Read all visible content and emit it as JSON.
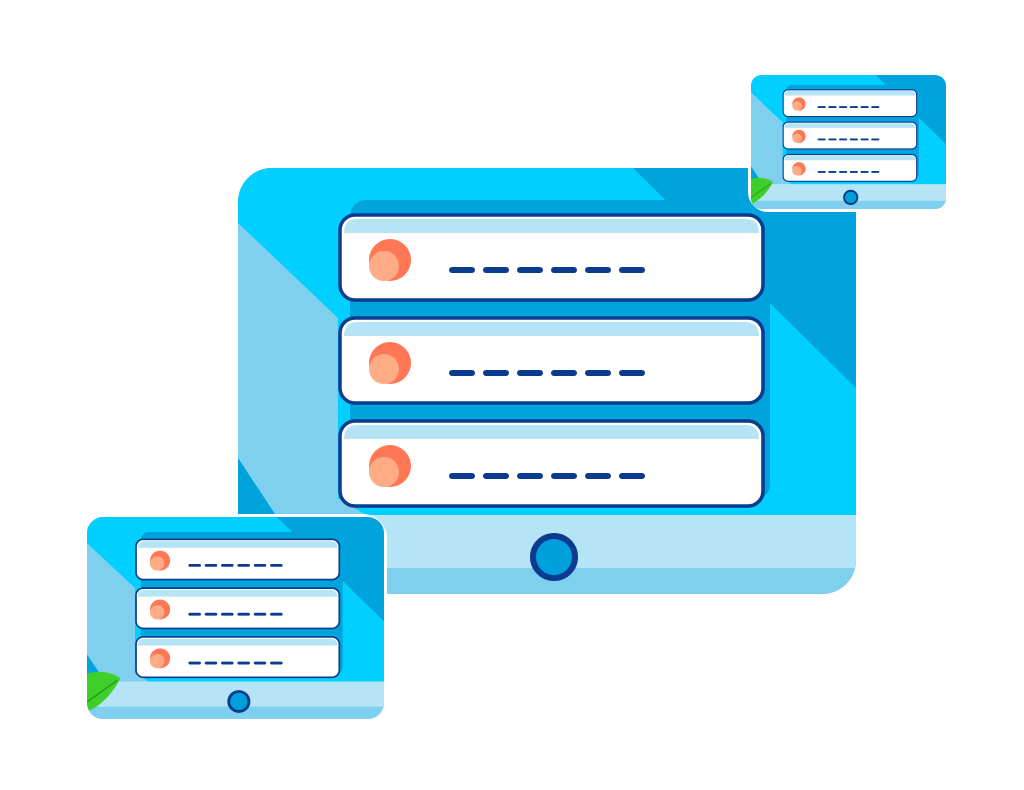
{
  "illustration": {
    "colors": {
      "screen_top": "#00cfff",
      "screen_diag": "#7fd0ee",
      "screen_right": "#00a3dc",
      "bar_light": "#b5e4f6",
      "bar_dark": "#7fd0ee",
      "outline": "#0b3b8f",
      "row_fill": "#ffffff",
      "row_stripe": "#b5e4f6",
      "dot_dark": "#ff7755",
      "dot_light": "#ffab85",
      "leaf": "#3fcf2a",
      "button_fill": "#00a0dc"
    },
    "tablets": [
      {
        "id": "main",
        "rows": 3,
        "leaf": false
      },
      {
        "id": "bottom-left",
        "rows": 3,
        "leaf": true
      },
      {
        "id": "top-right",
        "rows": 3,
        "leaf": true
      }
    ]
  }
}
